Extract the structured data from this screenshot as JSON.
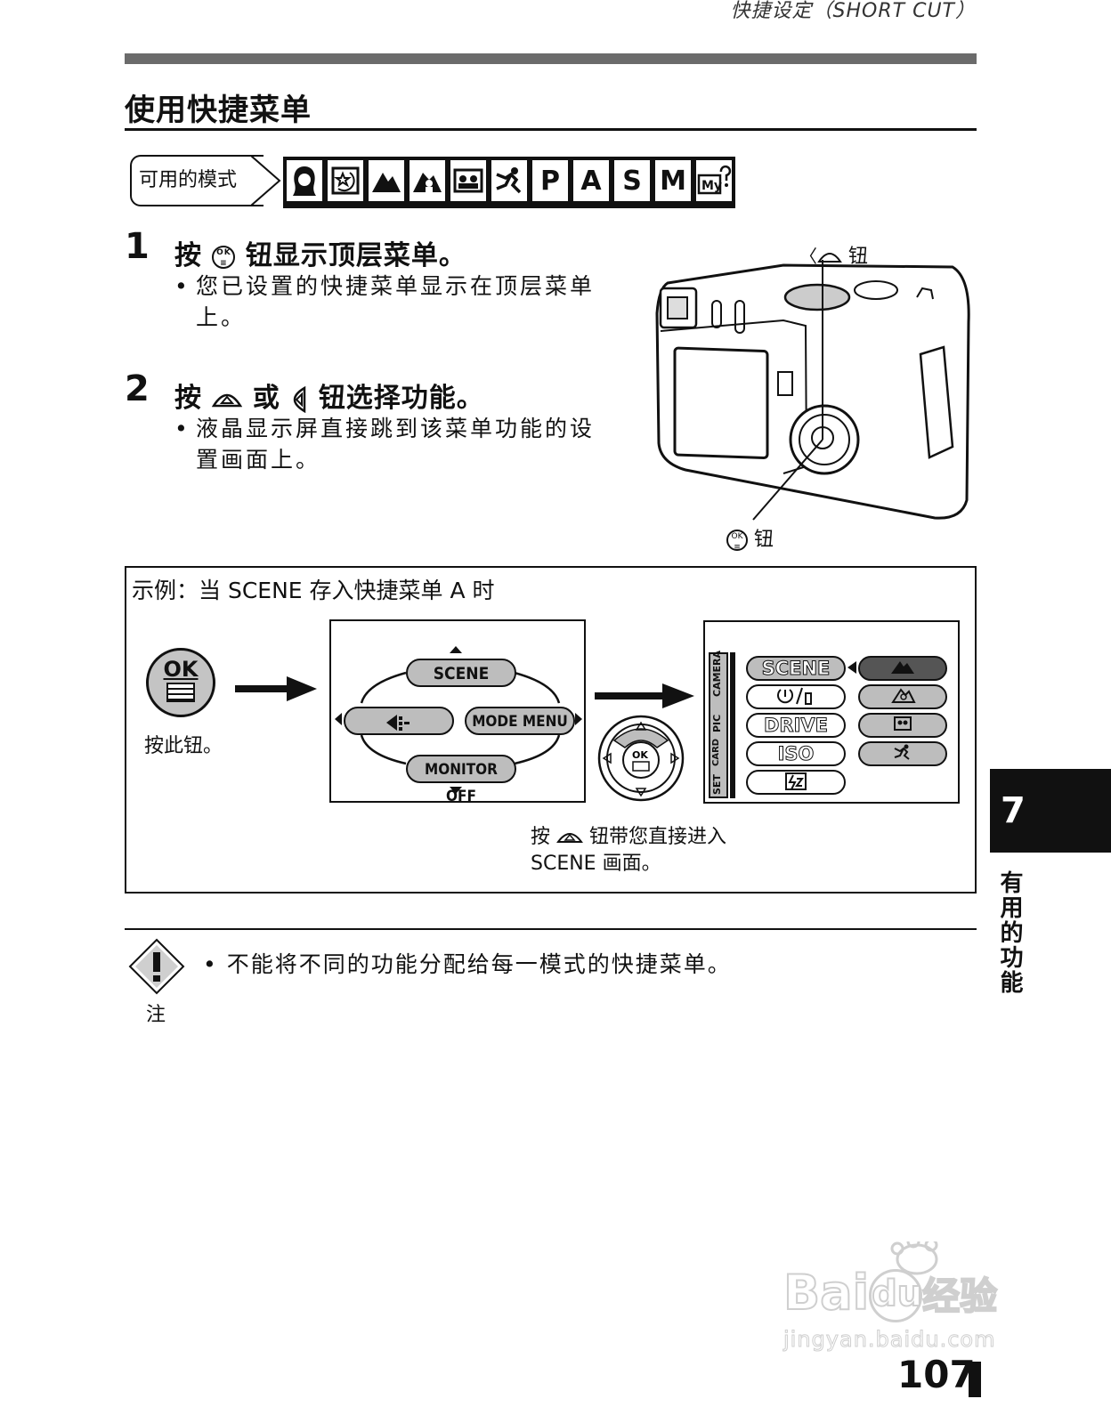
{
  "running_head": "快捷设定（SHORT CUT）",
  "section_title": "使用快捷菜单",
  "modes": {
    "label": "可用的模式",
    "letters": [
      "P",
      "A",
      "S",
      "M"
    ]
  },
  "steps": [
    {
      "num": "1",
      "head_pre": "按",
      "head_post": "钮显示顶层菜单。",
      "body": "您已设置的快捷菜单显示在顶层菜单上。"
    },
    {
      "num": "2",
      "head_pre": "按",
      "head_mid": "或",
      "head_post": "钮选择功能。",
      "body": "液晶显示屏直接跳到该菜单功能的设置画面上。"
    }
  ],
  "camera_labels": {
    "top": "钮",
    "bottom": "钮"
  },
  "example": {
    "title": "示例：当 SCENE 存入快捷菜单 A 时",
    "ok_label": "OK",
    "ok_caption": "按此钮。",
    "screen1": {
      "top": "SCENE",
      "right": "MODE MENU",
      "bottom": "MONITOR OFF"
    },
    "screen2": {
      "tabs": [
        "CAMERA",
        "PIC",
        "CARD",
        "SET"
      ],
      "rows": [
        "SCENE",
        "DRIVE",
        "ISO"
      ]
    },
    "caption_line1": "按",
    "caption_line1b": "钮带您直接进入",
    "caption_line2": "SCENE 画面。"
  },
  "note": {
    "label": "注",
    "text": "不能将不同的功能分配给每一模式的快捷菜单。"
  },
  "chapter": {
    "number": "7",
    "title": "有用的功能"
  },
  "page_number": "107",
  "watermark": {
    "brand": "Bai",
    "brand2": "du",
    "brand_cn": "经验",
    "url": "jingyan.baidu.com"
  }
}
